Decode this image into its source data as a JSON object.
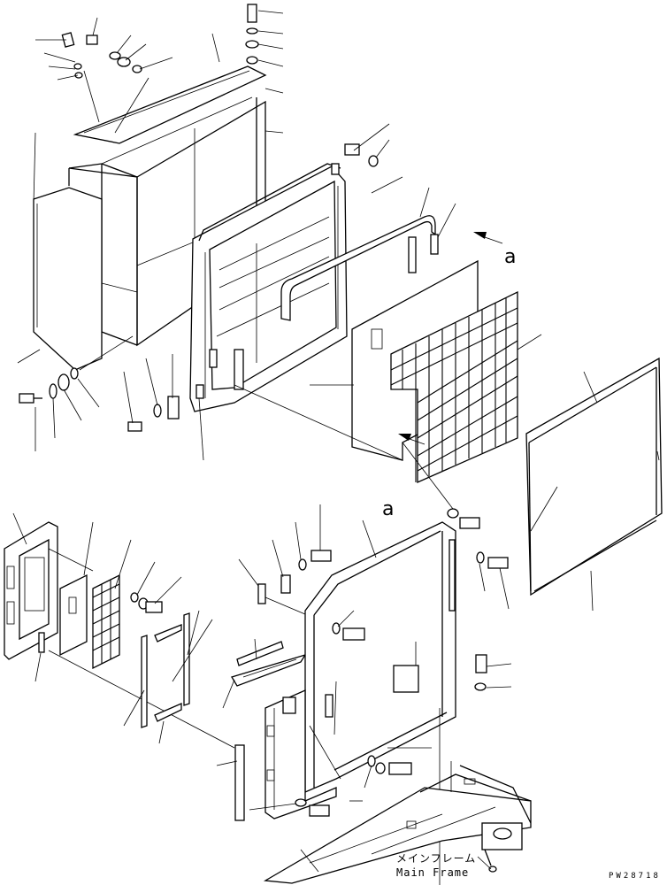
{
  "labels": {
    "ref_a_top": "a",
    "ref_a_bottom": "a"
  },
  "caption": {
    "japanese": "メインフレーム",
    "english": "Main Frame"
  },
  "drawing_number": "PW28718"
}
